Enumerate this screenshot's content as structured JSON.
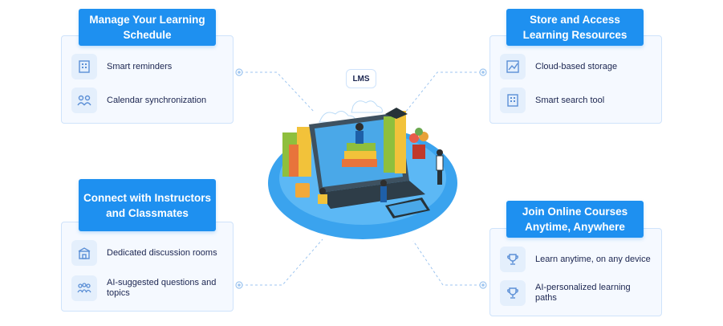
{
  "center": {
    "label": "LMS",
    "illustration": "laptop-with-books-and-students"
  },
  "cards": {
    "schedule": {
      "title": "Manage Your Learning Schedule",
      "items": [
        {
          "icon": "building-icon",
          "label": "Smart reminders"
        },
        {
          "icon": "users-icon",
          "label": "Calendar synchronization"
        }
      ]
    },
    "resources": {
      "title": "Store and Access Learning Resources",
      "items": [
        {
          "icon": "chart-icon",
          "label": "Cloud-based storage"
        },
        {
          "icon": "building-icon",
          "label": "Smart search tool"
        }
      ]
    },
    "connect": {
      "title": "Connect with Instructors and Classmates",
      "items": [
        {
          "icon": "school-icon",
          "label": "Dedicated discussion rooms"
        },
        {
          "icon": "group-icon",
          "label": "AI-suggested questions and topics"
        }
      ]
    },
    "courses": {
      "title": "Join Online Courses Anytime, Anywhere",
      "items": [
        {
          "icon": "trophy-icon",
          "label": "Learn anytime, on any device"
        },
        {
          "icon": "trophy-icon",
          "label": "AI-personalized learning paths"
        }
      ]
    }
  },
  "colors": {
    "accent": "#1e90f0",
    "card_bg": "#f5f9ff",
    "border": "#cfe3fb",
    "text": "#1b2550"
  }
}
